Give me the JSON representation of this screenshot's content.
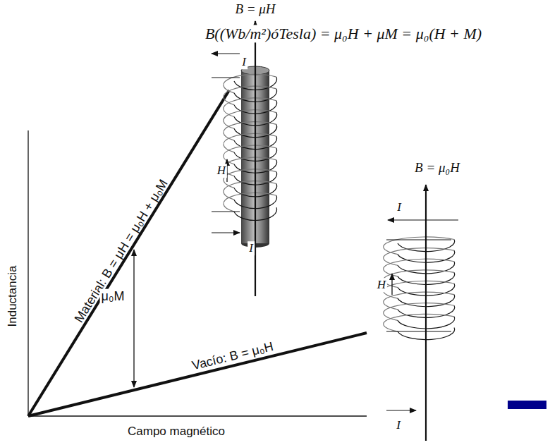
{
  "diagram": {
    "labels": [
      "B = μH",
      "B((Wb/m²)óTesla) = μ₀H + μM = μ₀(H + M)",
      "I",
      "H",
      "I",
      "Material: B = μH = μ₀H + μ₀M",
      "μ₀M",
      "Vacío: B = μ₀H",
      "B = μ₀H",
      "I",
      "H",
      "I",
      "Inductancia",
      "Campo magnético"
    ]
  }
}
